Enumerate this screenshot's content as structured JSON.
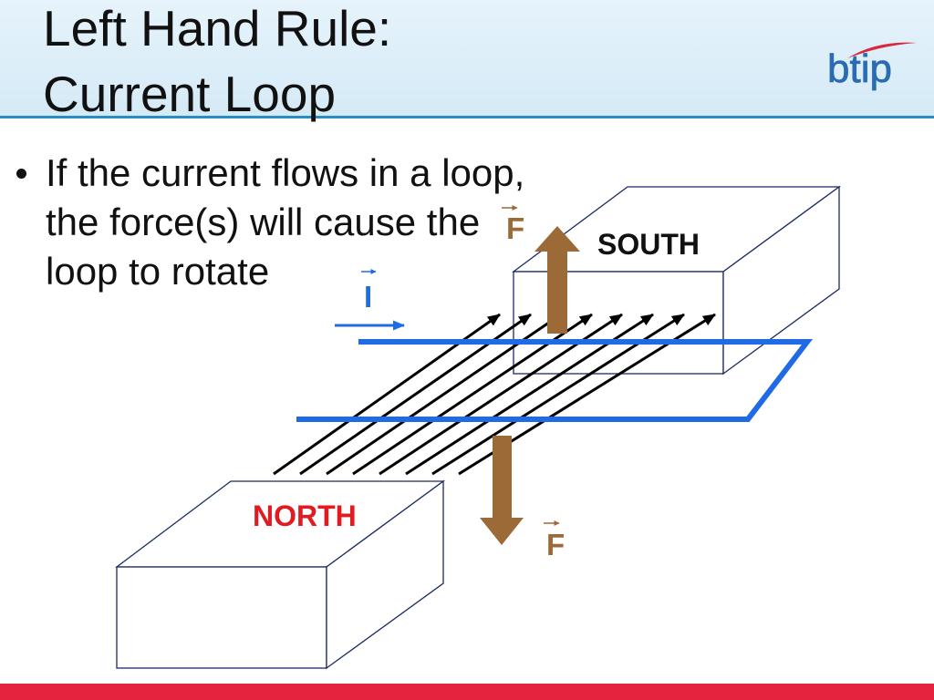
{
  "title": {
    "line1": "Left Hand Rule:",
    "line2": "Current Loop"
  },
  "logo": {
    "text": "btip"
  },
  "bullet": {
    "lines": [
      "If the current flows in a loop,",
      "the force(s) will cause the",
      "loop to rotate"
    ]
  },
  "diagram": {
    "south_magnet_label": "SOUTH",
    "north_magnet_label": "NORTH",
    "current_label": "I",
    "force_top_label": "F",
    "force_bottom_label": "F"
  },
  "colors": {
    "header_line": "#2b8cc4",
    "footer_bar": "#e4233f",
    "loop_wire": "#1f6be6",
    "force": "#9b6a37",
    "north_label": "#e11b22",
    "logo_text": "#2b6cb0",
    "logo_swoosh": "#d9283d",
    "magnet_outline": "#1c2a63"
  }
}
